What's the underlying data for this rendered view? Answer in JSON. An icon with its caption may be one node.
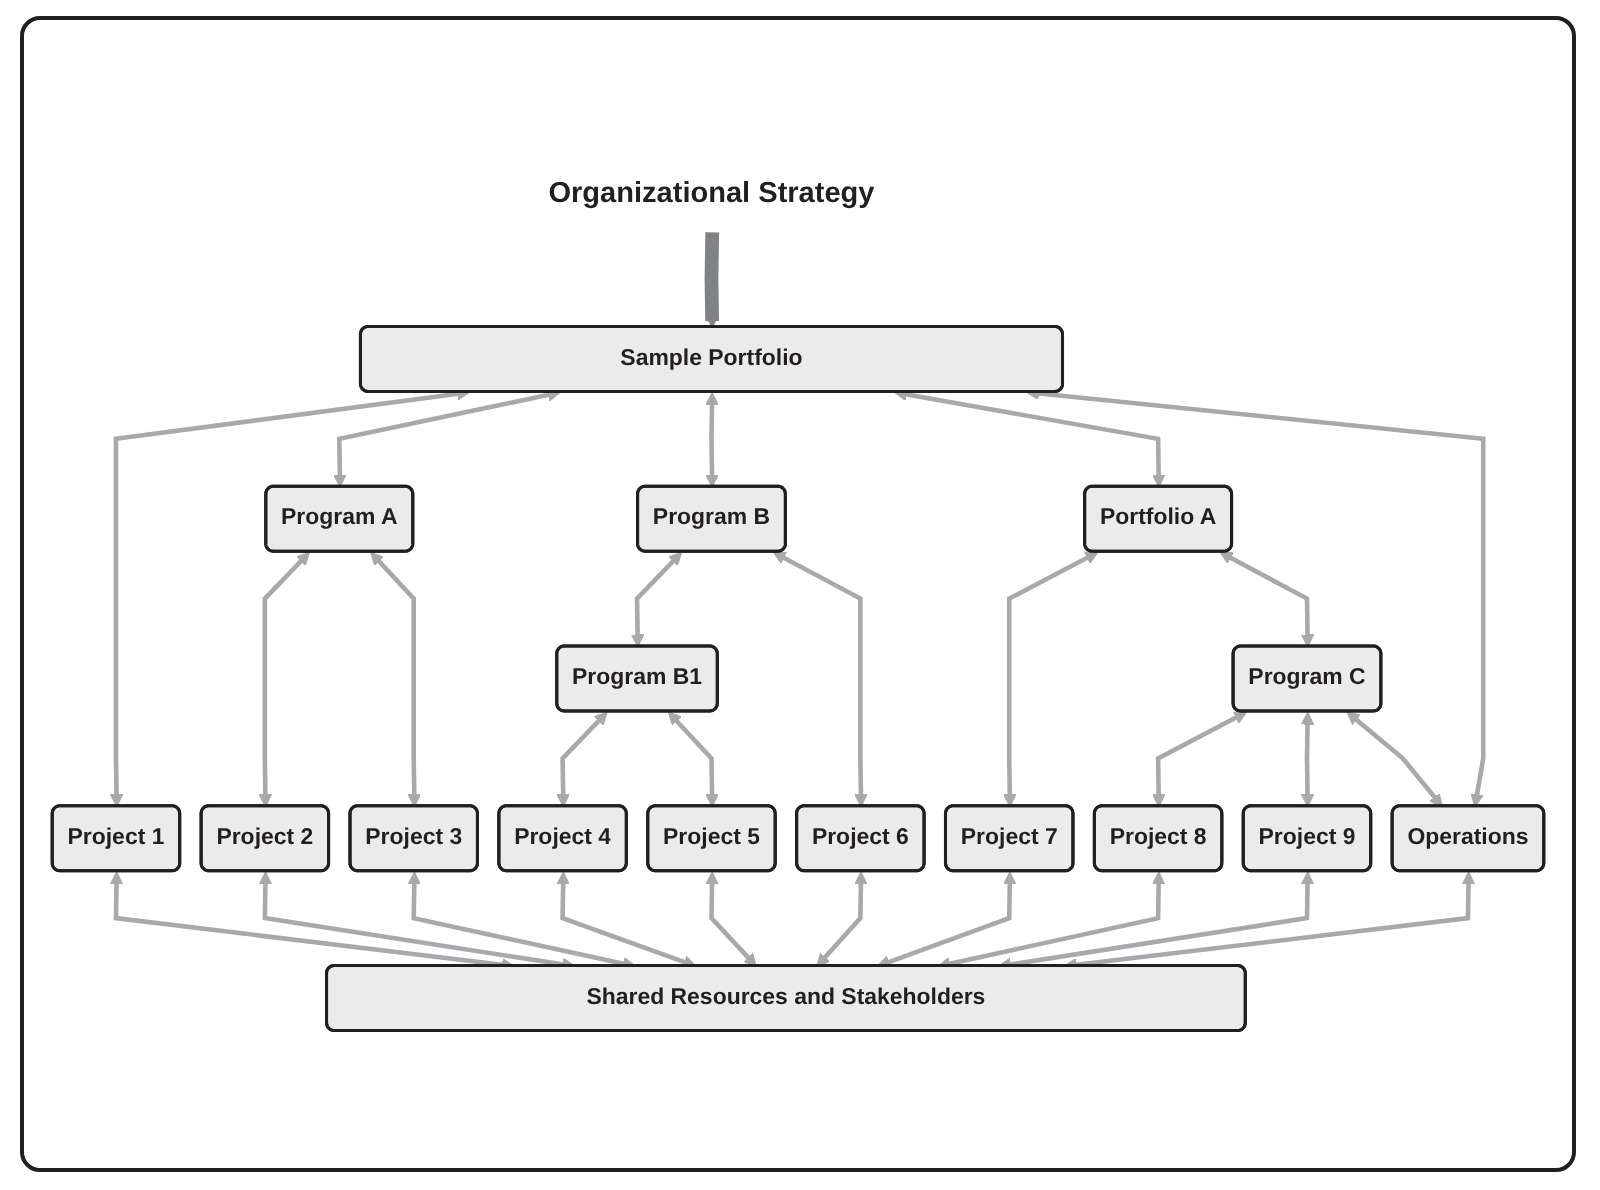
{
  "diagram": {
    "nodes": [
      {
        "text": [
          "Organizational Strategy"
        ]
      },
      {
        "text": [
          "Sample Portfolio"
        ]
      },
      {
        "text": [
          "Program A"
        ]
      },
      {
        "text": [
          "Program B"
        ]
      },
      {
        "text": [
          "Portfolio A"
        ]
      },
      {
        "text": [
          "Program B1"
        ]
      },
      {
        "text": [
          "Program C"
        ]
      },
      {
        "text": [
          "Project 1"
        ]
      },
      {
        "text": [
          "Project 2"
        ]
      },
      {
        "text": [
          "Project 3"
        ]
      },
      {
        "text": [
          "Project 4"
        ]
      },
      {
        "text": [
          "Project 5"
        ]
      },
      {
        "text": [
          "Project 6"
        ]
      },
      {
        "text": [
          "Project 7"
        ]
      },
      {
        "text": [
          "Project 8"
        ]
      },
      {
        "text": [
          "Project 9"
        ]
      },
      {
        "text": [
          "Operations"
        ]
      },
      {
        "text": [
          "Shared Resources and Stakeholders"
        ]
      }
    ],
    "edges": [
      {
        "from": 0,
        "to": 1,
        "arrow": "to",
        "style": "thick",
        "color": "#808285"
      },
      {
        "from": 1,
        "to": 7,
        "arrow": "both"
      },
      {
        "from": 1,
        "to": 2,
        "arrow": "both"
      },
      {
        "from": 1,
        "to": 3,
        "arrow": "both"
      },
      {
        "from": 1,
        "to": 4,
        "arrow": "both"
      },
      {
        "from": 1,
        "to": 16,
        "arrow": "both"
      },
      {
        "from": 2,
        "to": 8,
        "arrow": "both"
      },
      {
        "from": 2,
        "to": 9,
        "arrow": "both"
      },
      {
        "from": 3,
        "to": 5,
        "arrow": "both"
      },
      {
        "from": 3,
        "to": 12,
        "arrow": "both"
      },
      {
        "from": 4,
        "to": 13,
        "arrow": "both"
      },
      {
        "from": 4,
        "to": 6,
        "arrow": "both"
      },
      {
        "from": 5,
        "to": 10,
        "arrow": "both"
      },
      {
        "from": 5,
        "to": 11,
        "arrow": "both"
      },
      {
        "from": 6,
        "to": 14,
        "arrow": "both"
      },
      {
        "from": 6,
        "to": 15,
        "arrow": "both"
      },
      {
        "from": 6,
        "to": 16,
        "arrow": "both"
      },
      {
        "from": 7,
        "to": 17,
        "arrow": "both"
      },
      {
        "from": 8,
        "to": 17,
        "arrow": "both"
      },
      {
        "from": 9,
        "to": 17,
        "arrow": "both"
      },
      {
        "from": 10,
        "to": 17,
        "arrow": "both"
      },
      {
        "from": 11,
        "to": 17,
        "arrow": "both"
      },
      {
        "from": 12,
        "to": 17,
        "arrow": "both"
      },
      {
        "from": 13,
        "to": 17,
        "arrow": "both"
      },
      {
        "from": 14,
        "to": 17,
        "arrow": "both"
      },
      {
        "from": 15,
        "to": 17,
        "arrow": "both"
      },
      {
        "from": 16,
        "to": 17,
        "arrow": "both"
      }
    ]
  }
}
